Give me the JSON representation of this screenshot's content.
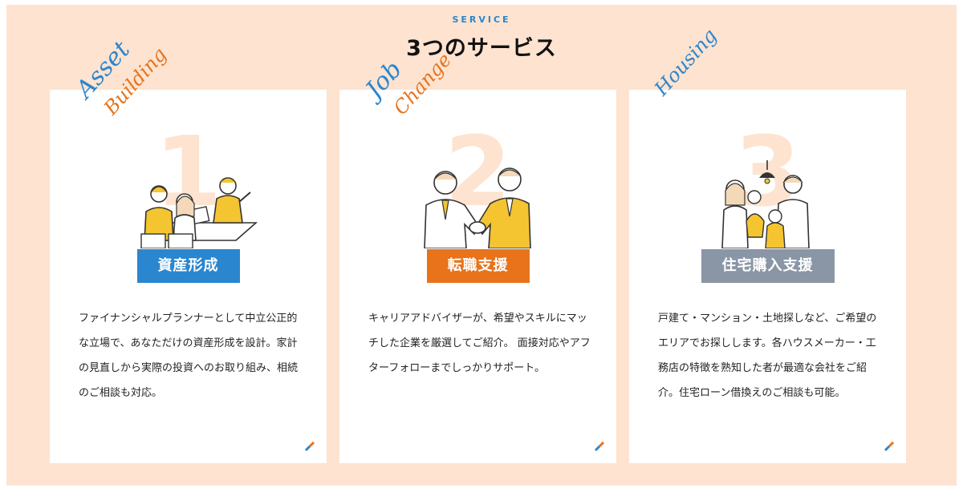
{
  "section": {
    "eyebrow": "SERVICE",
    "title": "3つのサービス"
  },
  "colors": {
    "background": "#fde3d0",
    "blue": "#2a86cf",
    "orange": "#e8731b",
    "gray": "#8a96a6",
    "accent_yellow": "#f4c531"
  },
  "cards": [
    {
      "deco_word1": "Asset",
      "deco_word2": "Building",
      "number": "1",
      "label": "資産形成",
      "label_color": "#2a86cf",
      "illustration": "financial-consultation-icon",
      "description": "ファイナンシャルプランナーとして中立公正的な立場で、あなただけの資産形成を設計。家計の見直しから実際の投資へのお取り組み、相続のご相談も対応。"
    },
    {
      "deco_word1": "Job",
      "deco_word2": "Change",
      "number": "2",
      "label": "転職支援",
      "label_color": "#e8731b",
      "illustration": "handshake-icon",
      "description": "キャリアアドバイザーが、希望やスキルにマッチした企業を厳選してご紹介。 面接対応やアフターフォローまでしっかりサポート。"
    },
    {
      "deco_word1": "Housing",
      "deco_word2": "",
      "number": "3",
      "label": "住宅購入支援",
      "label_color": "#8a96a6",
      "illustration": "family-home-icon",
      "description": "戸建て・マンション・土地探しなど、ご希望のエリアでお探しします。各ハウスメーカー・工務店の特徴を熟知した者が最適な会社をご紹介。住宅ローン借換えのご相談も可能。"
    }
  ]
}
